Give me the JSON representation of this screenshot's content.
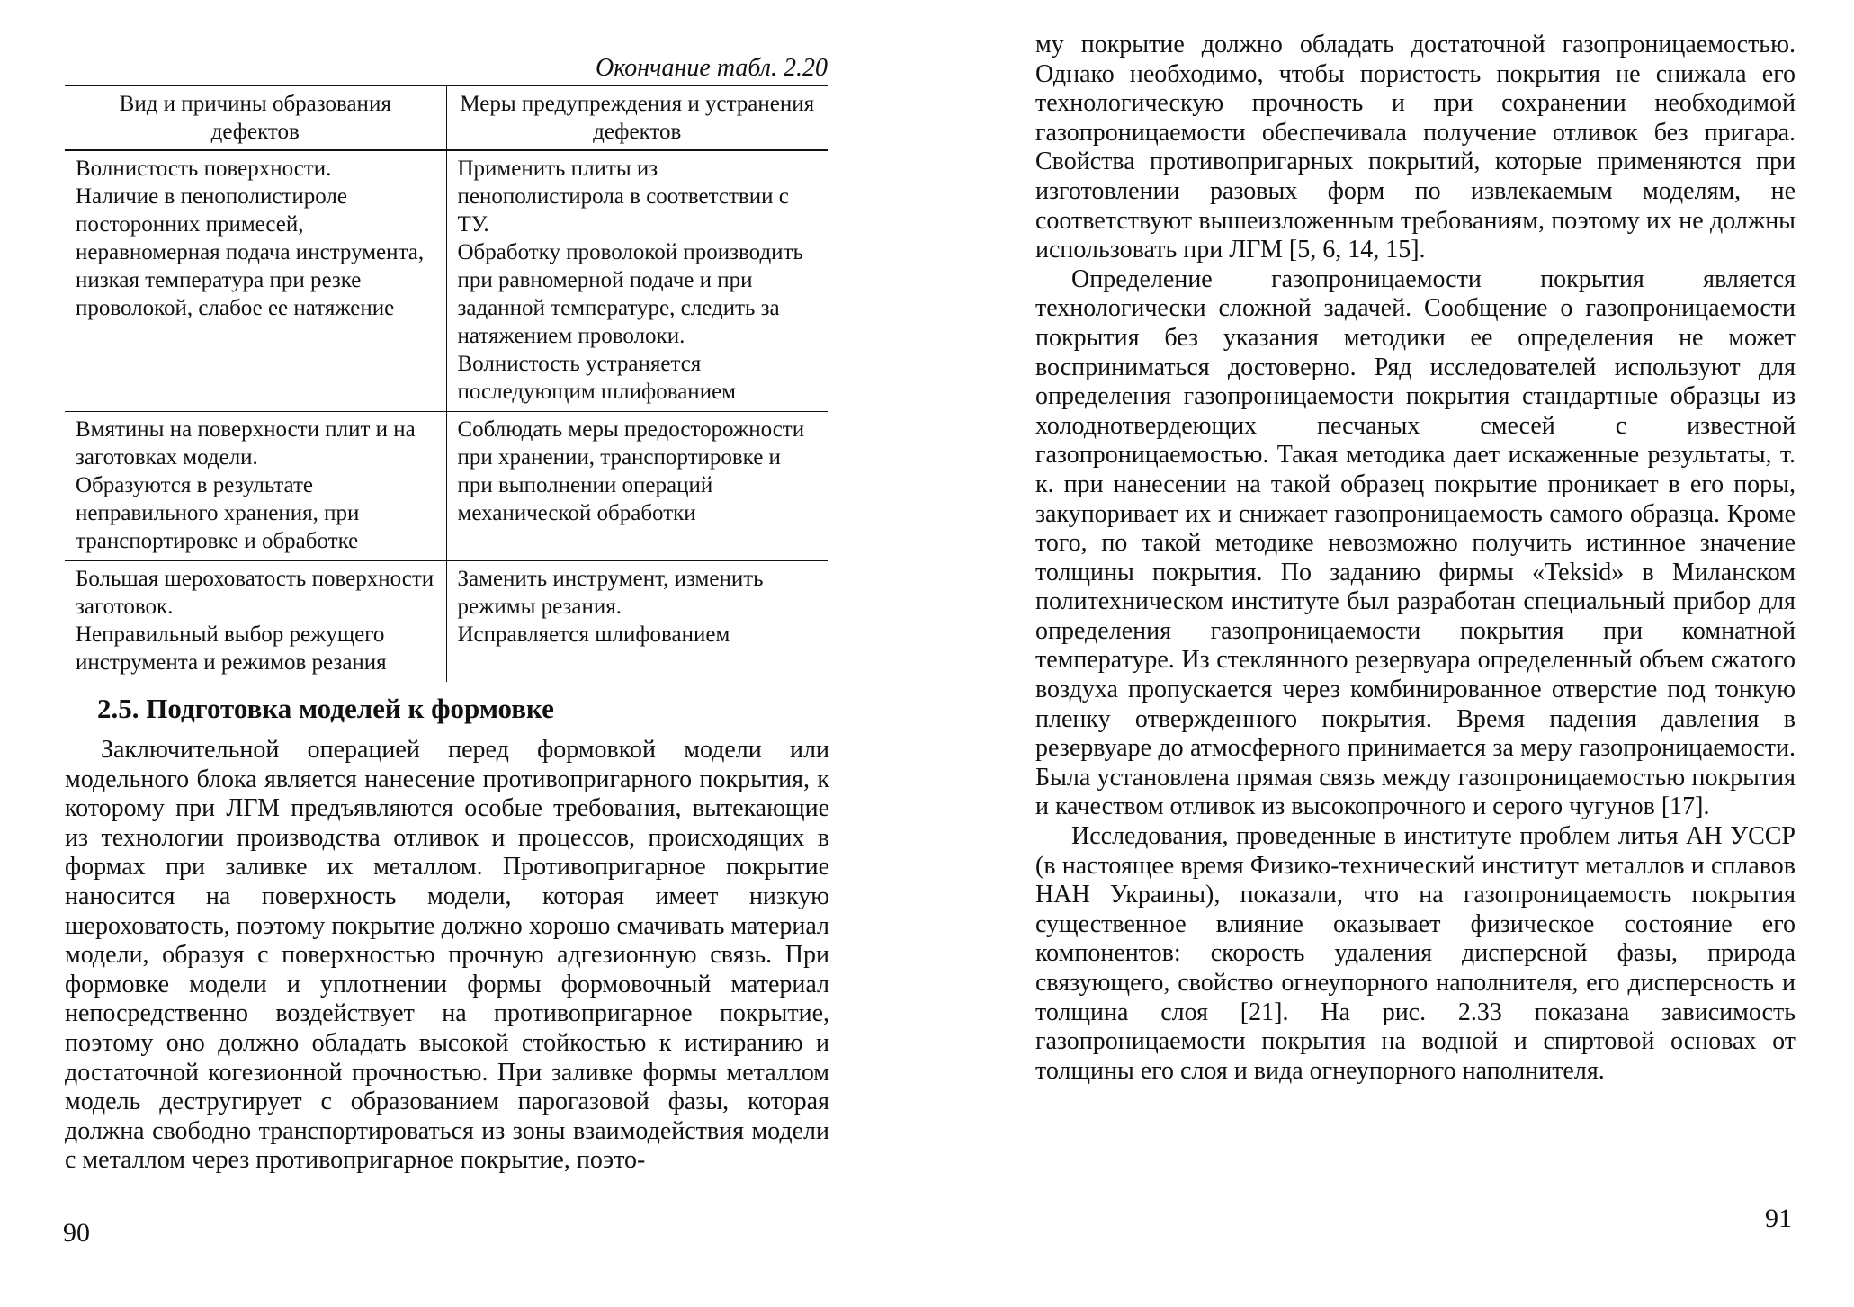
{
  "left_page": {
    "table_caption": "Окончание табл. 2.20",
    "table": {
      "headers": [
        "Вид и причины образования дефектов",
        "Меры предупреждения и устранения дефектов"
      ],
      "rows": [
        {
          "cause": [
            "Волнистость поверхности.",
            "Наличие в пенополистироле посторонних примесей, неравномерная подача инструмента, низкая температура при резке проволокой, слабое ее натяжение"
          ],
          "measure": [
            "Применить плиты из пенополистирола в соответствии с ТУ.",
            "Обработку проволокой производить при равномерной подаче и при заданной температуре, следить за натяжением проволоки.",
            "Волнистость устраняется последующим шлифованием"
          ]
        },
        {
          "cause": [
            "Вмятины на поверхности плит и на заготовках модели.",
            "Образуются в результате неправильного хранения, при транспортировке и обработке"
          ],
          "measure": [
            "Соблюдать меры предосторожности при хранении, транспортировке и при выполнении операций механической обработки"
          ]
        },
        {
          "cause": [
            "Большая шероховатость поверхности заготовок.",
            "Неправильный выбор режущего инструмента и режимов резания"
          ],
          "measure": [
            "Заменить инструмент, изменить режимы резания.",
            "Исправляется шлифованием"
          ]
        }
      ]
    },
    "section_heading": "2.5. Подготовка моделей к формовке",
    "body": "Заключительной операцией перед формовкой модели или модельного блока является нанесение противопригарного покрытия, к которому при ЛГМ предъявляются особые требования, вытекающие из технологии производства отливок и процессов, происходящих в формах при заливке их металлом. Противопригарное покрытие наносится на поверхность модели, которая имеет низкую шероховатость, поэтому покрытие должно хорошо смачивать материал модели, образуя с поверхностью прочную адгезионную связь. При формовке модели и уплотнении формы формовочный материал непосредственно воздействует на противопригарное покрытие, поэтому оно должно обладать высокой стойкостью к истиранию и достаточной когезионной прочностью. При заливке формы металлом модель дестругирует с образованием парогазовой фазы, которая должна свободно транспортироваться из зоны взаимодействия модели с металлом через противопригарное покрытие, поэто-",
    "page_number": "90"
  },
  "right_page": {
    "paragraphs": [
      "му покрытие должно обладать достаточной газопроницаемостью. Однако необходимо, чтобы пористость покрытия не снижала его технологическую прочность и при сохранении необходимой газопроницаемости обеспечивала получение отливок без пригара. Свойства противопригарных покрытий, которые применяются при изготовлении разовых форм по извлекаемым моделям, не соответствуют вышеизложенным требованиям, поэтому их не должны использовать при ЛГМ [5, 6, 14, 15].",
      "Определение газопроницаемости покрытия является технологически сложной задачей. Сообщение о газопроницаемости покрытия без указания методики ее определения не может восприниматься достоверно. Ряд исследователей используют для определения газопроницаемости покрытия стандартные образцы из холоднотвердеющих песчаных смесей с известной газопроницаемостью. Такая методика дает искаженные результаты, т. к. при нанесении на такой образец покрытие проникает в его поры, закупоривает их и снижает газопроницаемость самого образца. Кроме того, по такой методике невозможно получить истинное значение толщины покрытия. По заданию фирмы «Teksid» в Миланском политехническом институте был разработан специальный прибор для определения газопроницаемости покрытия при комнатной температуре. Из стеклянного резервуара определенный объем сжатого воздуха пропускается через комбинированное отверстие под тонкую пленку отвержденного покрытия. Время падения давления в резервуаре до атмосферного принимается за меру газопроницаемости. Была установлена прямая связь между газопроницаемостью покрытия и качеством отливок из высокопрочного и серого чугунов [17].",
      "Исследования, проведенные в институте проблем литья АН УССР (в настоящее время Физико-технический институт металлов и сплавов НАН Украины), показали, что на газопроницаемость покрытия существенное влияние оказывает физическое состояние его компонентов: скорость удаления дисперсной фазы, природа связующего, свойство огнеупорного наполнителя, его дисперсность и толщина слоя [21]. На рис. 2.33 показана зависимость газопроницаемости покрытия на водной и спиртовой основах от толщины его слоя и вида огнеупорного наполнителя."
    ],
    "page_number": "91"
  }
}
